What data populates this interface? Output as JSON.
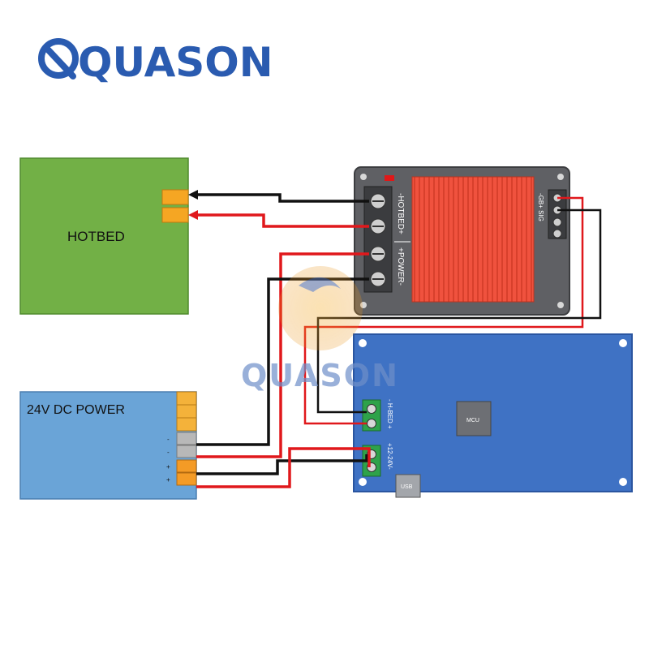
{
  "brand": {
    "logo_text": "QUASON",
    "watermark_text": "QUASON"
  },
  "hotbed": {
    "label": "HOTBED"
  },
  "power_supply": {
    "label": "24V DC POWER",
    "terminals": [
      "-",
      "-",
      "+",
      "+"
    ]
  },
  "mosfet_module": {
    "hotbed_terminal_label": "-HOTBED+",
    "power_terminal_label": "+POWER-",
    "signal_label": "-GB+ SIG"
  },
  "controller_board": {
    "chip_label": "MCU",
    "usb_label": "USB",
    "hbed_label": "- H-BED +",
    "power_in_label": "+12-24V-"
  },
  "colors": {
    "hotbed": "#72b046",
    "power_supply": "#6aa4d7",
    "board": "#3f72c4",
    "heatsink": "#f0523e",
    "wire_black": "#111111",
    "wire_red": "#e0181c",
    "terminal_green": "#2ea24a",
    "connector_orange": "#f49b26",
    "logo_blue": "#2a5bb0"
  }
}
